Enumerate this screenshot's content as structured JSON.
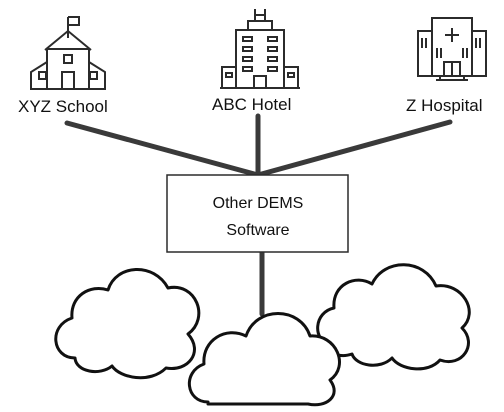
{
  "nodes": [
    {
      "id": "school",
      "label": "XYZ School",
      "icon": "school-icon"
    },
    {
      "id": "hotel",
      "label": "ABC Hotel",
      "icon": "hotel-icon"
    },
    {
      "id": "hospital",
      "label": "Z Hospital",
      "icon": "hospital-icon"
    }
  ],
  "hub": {
    "line1": "Other DEMS",
    "line2": "Software"
  },
  "clouds": [
    "cloud-icon",
    "cloud-icon",
    "cloud-icon"
  ],
  "colors": {
    "stroke": "#2b2b2b",
    "connector": "#3a3a3a",
    "background": "#ffffff"
  }
}
